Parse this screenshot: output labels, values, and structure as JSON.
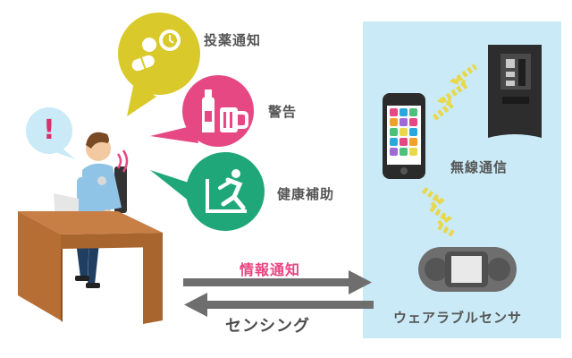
{
  "labels": {
    "medication": "投薬通知",
    "warning": "警告",
    "exercise": "健康補助",
    "wireless": "無線通信",
    "notification": "情報通知",
    "sensing": "センシング",
    "wearable": "ウェアラブルセンサ"
  },
  "alert_mark": "!",
  "icons": [
    "pills-clock-icon",
    "bottle-mug-icon",
    "treadmill-runner-icon",
    "smartphone-icon",
    "vending-machine-icon",
    "wearable-sensor-icon",
    "desk-worker-illustration"
  ],
  "colors": {
    "panel": "#c9eaf6",
    "yellow_bubble": "#d9c92a",
    "pink_bubble": "#e54883",
    "green_bubble": "#1fa77a",
    "notification_text": "#e84580",
    "arrow": "#6e6e6e",
    "signal": "#e8d84a"
  }
}
